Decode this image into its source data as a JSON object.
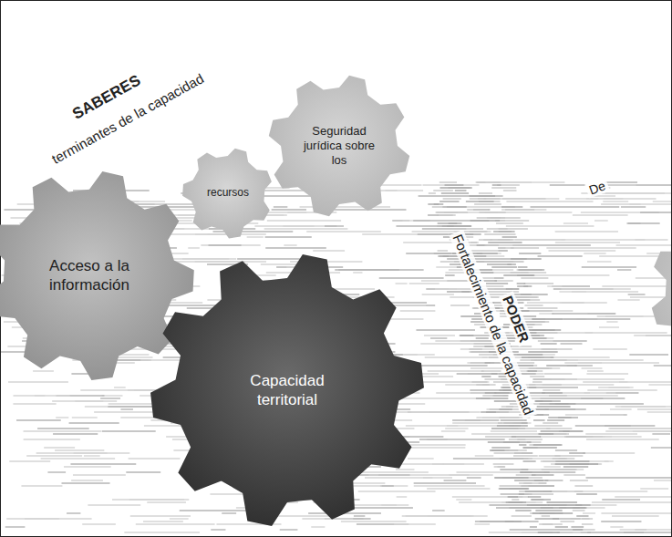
{
  "diagram": {
    "nodes": [
      {
        "text": [
          "Seguridad jurídica sobre los"
        ]
      },
      {
        "text": [
          "recursos"
        ]
      },
      {
        "text": [
          "Acceso a la información"
        ]
      },
      {
        "text": [
          "Capacidad territorial"
        ]
      }
    ],
    "labels": [
      "SABERES",
      "terminantes de la capacidad",
      "PODER",
      "Fortalecimiento de la capacidad",
      "De"
    ]
  }
}
